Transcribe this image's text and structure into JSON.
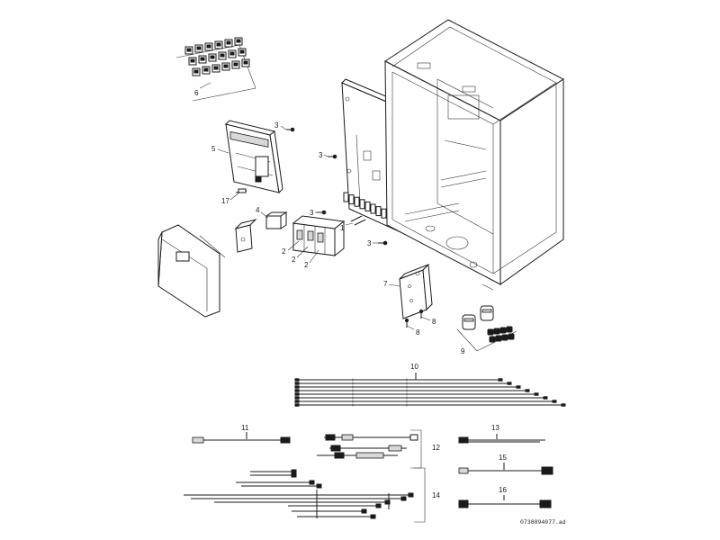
{
  "callouts": {
    "c1": "1",
    "c2a": "2",
    "c2b": "2",
    "c2c": "2",
    "c3a": "3",
    "c3b": "3",
    "c3c": "3",
    "c3d": "3",
    "c4": "4",
    "c5": "5",
    "c6": "6",
    "c7": "7",
    "c8a": "8",
    "c8b": "8",
    "c9": "9",
    "c10": "10",
    "c11": "11",
    "c12": "12",
    "c13": "13",
    "c14": "14",
    "c15": "15",
    "c16": "16",
    "c17": "17"
  },
  "document_code": "0738894077.ad"
}
